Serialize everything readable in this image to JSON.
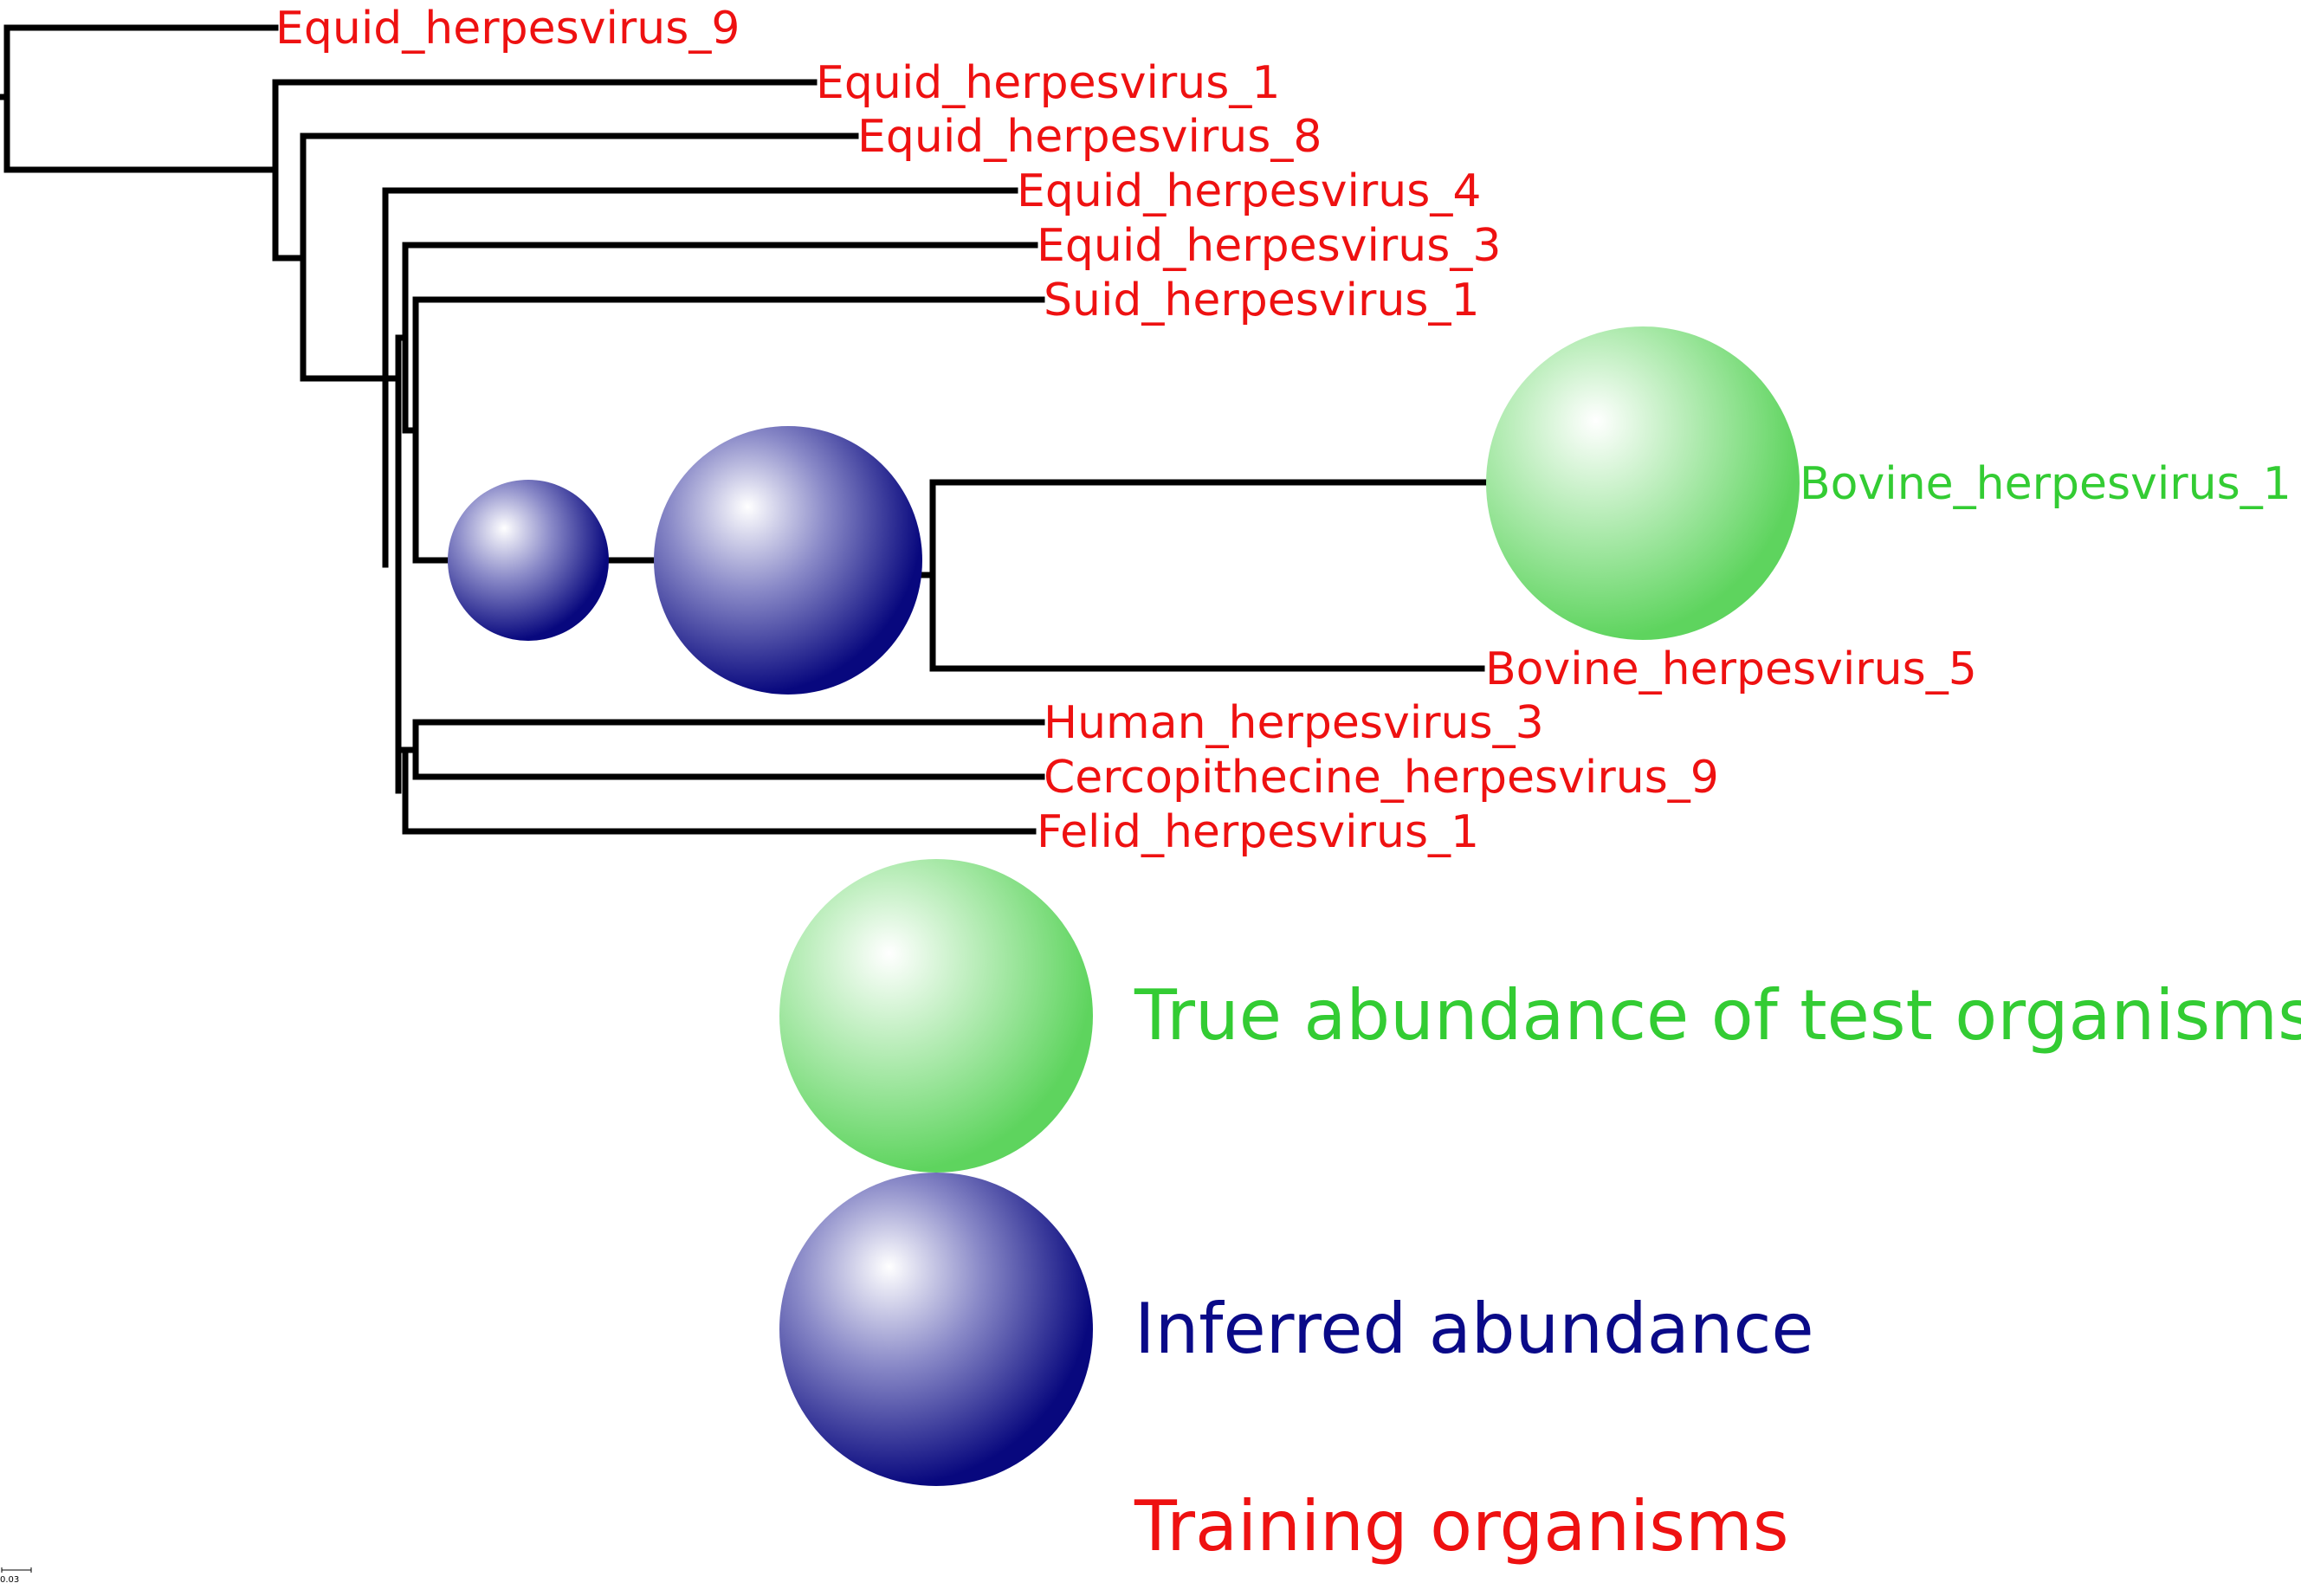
{
  "colors": {
    "training": "#ee1111",
    "test": "#33cc33",
    "inferred": "#0a0a88",
    "branch": "#000000"
  },
  "leaves": [
    {
      "id": "eqhv9",
      "label": "Equid_herpesvirus_9",
      "kind": "training"
    },
    {
      "id": "eqhv1",
      "label": "Equid_herpesvirus_1",
      "kind": "training"
    },
    {
      "id": "eqhv8",
      "label": "Equid_herpesvirus_8",
      "kind": "training"
    },
    {
      "id": "eqhv4",
      "label": "Equid_herpesvirus_4",
      "kind": "training"
    },
    {
      "id": "eqhv3",
      "label": "Equid_herpesvirus_3",
      "kind": "training"
    },
    {
      "id": "suhv1",
      "label": "Suid_herpesvirus_1",
      "kind": "training"
    },
    {
      "id": "bohv1",
      "label": "Bovine_herpesvirus_1",
      "kind": "test"
    },
    {
      "id": "bohv5",
      "label": "Bovine_herpesvirus_5",
      "kind": "training"
    },
    {
      "id": "huhv3",
      "label": "Human_herpesvirus_3",
      "kind": "training"
    },
    {
      "id": "cehv9",
      "label": "Cercopithecine_herpesvirus_9",
      "kind": "training"
    },
    {
      "id": "fehv1",
      "label": "Felid_herpesvirus_1",
      "kind": "training"
    }
  ],
  "legend": {
    "test_label": "True abundance of test organisms",
    "inferred_label": "Inferred abundance",
    "training_label": "Training organisms"
  },
  "scale_bar": {
    "label": "0.03"
  }
}
